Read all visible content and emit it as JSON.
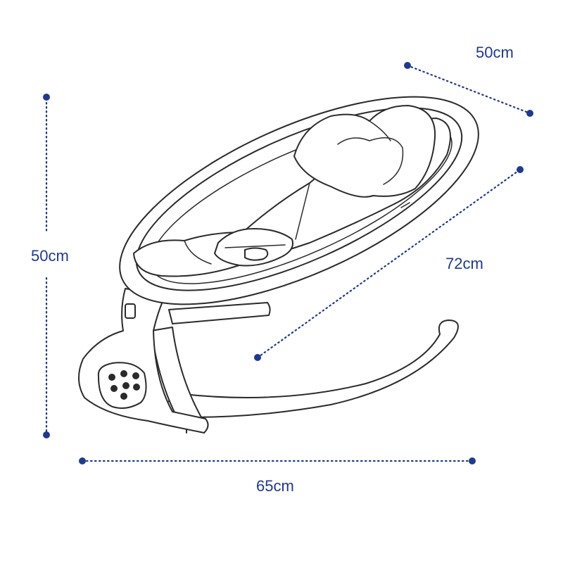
{
  "dimensions": {
    "height": "50cm",
    "width": "65cm",
    "length": "72cm",
    "depth": "50cm"
  },
  "colors": {
    "dimension_accent": "#1f3a8a",
    "outline": "#2a2a2a"
  }
}
